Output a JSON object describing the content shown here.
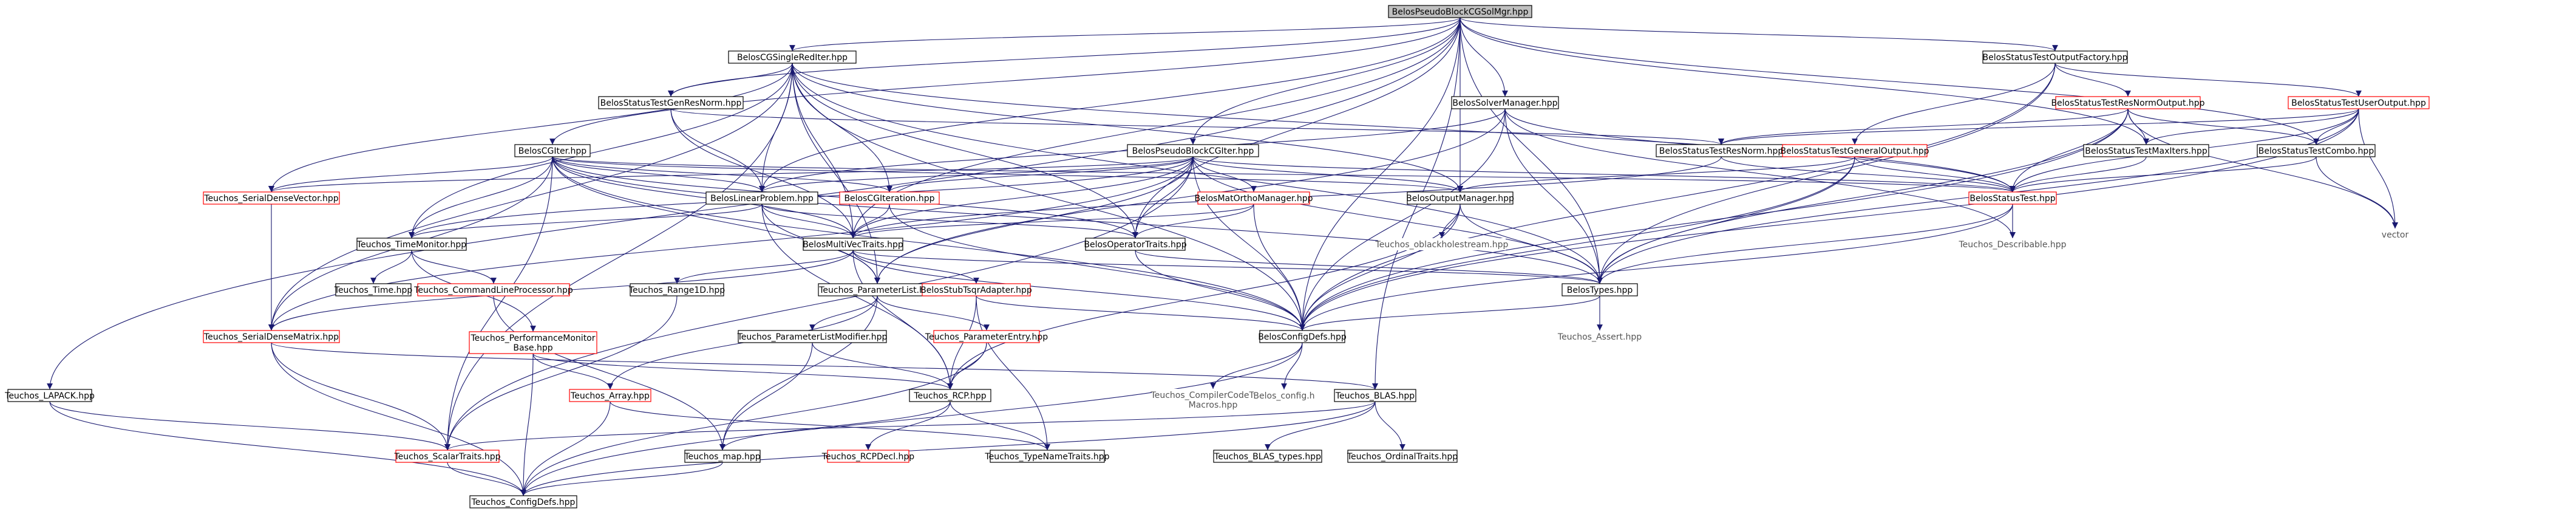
{
  "graph": {
    "nodes": [
      {
        "id": "root",
        "label": "BelosPseudoBlockCGSolMgr.hpp",
        "style": "root"
      },
      {
        "id": "cgsingle",
        "label": "BelosCGSingleRedIter.hpp",
        "style": "normal"
      },
      {
        "id": "testoutfact",
        "label": "BelosStatusTestOutputFactory.hpp",
        "style": "normal"
      },
      {
        "id": "genresnorm",
        "label": "BelosStatusTestGenResNorm.hpp",
        "style": "normal"
      },
      {
        "id": "solvemgr",
        "label": "BelosSolverManager.hpp",
        "style": "normal"
      },
      {
        "id": "resnormout",
        "label": "BelosStatusTestResNormOutput.hpp",
        "style": "red"
      },
      {
        "id": "useroutput",
        "label": "BelosStatusTestUserOutput.hpp",
        "style": "red"
      },
      {
        "id": "pseudocgiter",
        "label": "BelosPseudoBlockCGIter.hpp",
        "style": "normal"
      },
      {
        "id": "cgiter",
        "label": "BelosCGIter.hpp",
        "style": "normal"
      },
      {
        "id": "resnorm",
        "label": "BelosStatusTestResNorm.hpp",
        "style": "normal"
      },
      {
        "id": "genoutput",
        "label": "BelosStatusTestGeneralOutput.hpp",
        "style": "red"
      },
      {
        "id": "maxiters",
        "label": "BelosStatusTestMaxIters.hpp",
        "style": "normal"
      },
      {
        "id": "combo",
        "label": "BelosStatusTestCombo.hpp",
        "style": "normal"
      },
      {
        "id": "serdensevec",
        "label": "Teuchos_SerialDenseVector.hpp",
        "style": "red"
      },
      {
        "id": "linprob",
        "label": "BelosLinearProblem.hpp",
        "style": "normal"
      },
      {
        "id": "cgiteration",
        "label": "BelosCGIteration.hpp",
        "style": "red"
      },
      {
        "id": "orthomgr",
        "label": "BelosMatOrthoManager.hpp",
        "style": "red"
      },
      {
        "id": "outmgr",
        "label": "BelosOutputManager.hpp",
        "style": "normal"
      },
      {
        "id": "statustest",
        "label": "BelosStatusTest.hpp",
        "style": "red"
      },
      {
        "id": "vector",
        "label": "vector",
        "style": "plain"
      },
      {
        "id": "timemon",
        "label": "Teuchos_TimeMonitor.hpp",
        "style": "normal"
      },
      {
        "id": "multivec",
        "label": "BelosMultiVecTraits.hpp",
        "style": "normal"
      },
      {
        "id": "optraits",
        "label": "BelosOperatorTraits.hpp",
        "style": "normal"
      },
      {
        "id": "oblackhole",
        "label": "Teuchos_oblackholestream.hpp",
        "style": "plain"
      },
      {
        "id": "describable",
        "label": "Teuchos_Describable.hpp",
        "style": "plain"
      },
      {
        "id": "ttime",
        "label": "Teuchos_Time.hpp",
        "style": "normal"
      },
      {
        "id": "cmdline",
        "label": "Teuchos_CommandLineProcessor.hpp",
        "style": "red"
      },
      {
        "id": "range1d",
        "label": "Teuchos_Range1D.hpp",
        "style": "normal"
      },
      {
        "id": "paramlist",
        "label": "Teuchos_ParameterList.hpp",
        "style": "normal"
      },
      {
        "id": "tsqr",
        "label": "BelosStubTsqrAdapter.hpp",
        "style": "red"
      },
      {
        "id": "belostypes",
        "label": "BelosTypes.hpp",
        "style": "normal"
      },
      {
        "id": "serdensemat",
        "label": "Teuchos_SerialDenseMatrix.hpp",
        "style": "red"
      },
      {
        "id": "perfmon",
        "label": "Teuchos_PerformanceMonitor\nBase.hpp",
        "style": "red"
      },
      {
        "id": "plmodifier",
        "label": "Teuchos_ParameterListModifier.hpp",
        "style": "normal"
      },
      {
        "id": "paramentry",
        "label": "Teuchos_ParameterEntry.hpp",
        "style": "red"
      },
      {
        "id": "belosconfig",
        "label": "BelosConfigDefs.hpp",
        "style": "normal"
      },
      {
        "id": "tassert",
        "label": "Teuchos_Assert.hpp",
        "style": "plain"
      },
      {
        "id": "tarray",
        "label": "Teuchos_Array.hpp",
        "style": "red"
      },
      {
        "id": "compilecode",
        "label": "Teuchos_CompilerCodeTweak\nMacros.hpp",
        "style": "plain"
      },
      {
        "id": "belos_config",
        "label": "Belos_config.h",
        "style": "plain"
      },
      {
        "id": "trcp",
        "label": "Teuchos_RCP.hpp",
        "style": "normal"
      },
      {
        "id": "tblas",
        "label": "Teuchos_BLAS.hpp",
        "style": "normal"
      },
      {
        "id": "lapack",
        "label": "Teuchos_LAPACK.hpp",
        "style": "normal"
      },
      {
        "id": "scalartraits",
        "label": "Teuchos_ScalarTraits.hpp",
        "style": "red"
      },
      {
        "id": "tmap",
        "label": "Teuchos_map.hpp",
        "style": "normal"
      },
      {
        "id": "rcpdecl",
        "label": "Teuchos_RCPDecl.hpp",
        "style": "red"
      },
      {
        "id": "typename",
        "label": "Teuchos_TypeNameTraits.hpp",
        "style": "normal"
      },
      {
        "id": "blastypes",
        "label": "Teuchos_BLAS_types.hpp",
        "style": "normal"
      },
      {
        "id": "ordinal",
        "label": "Teuchos_OrdinalTraits.hpp",
        "style": "normal"
      },
      {
        "id": "configdefs",
        "label": "Teuchos_ConfigDefs.hpp",
        "style": "normal"
      }
    ]
  }
}
